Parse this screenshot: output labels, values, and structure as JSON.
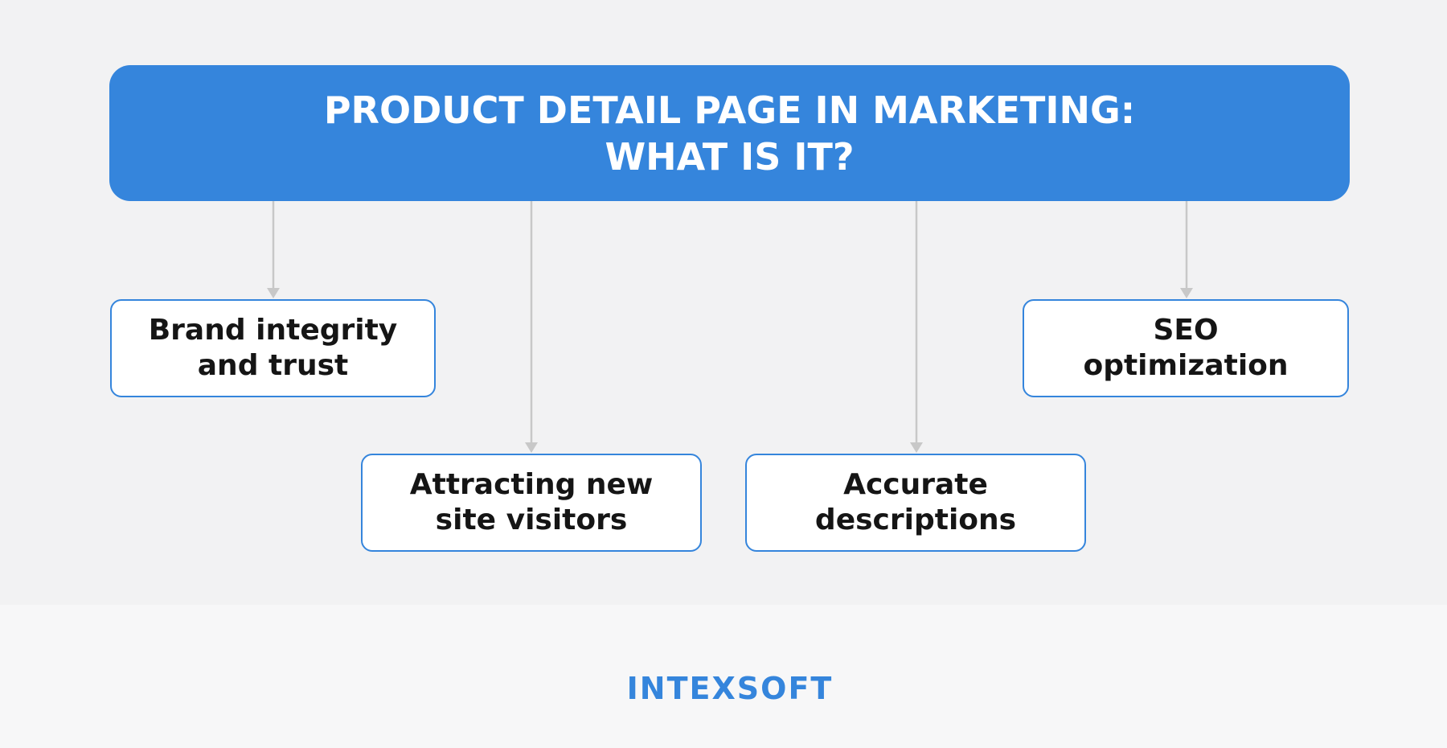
{
  "title": {
    "line1": "PRODUCT DETAIL PAGE IN MARKETING:",
    "line2": "WHAT IS IT?"
  },
  "nodes": [
    {
      "line1": "Brand integrity",
      "line2": "and trust"
    },
    {
      "line1": "Attracting new",
      "line2": "site visitors"
    },
    {
      "line1": "Accurate",
      "line2": "descriptions"
    },
    {
      "line1": "SEO",
      "line2": "optimization"
    }
  ],
  "logo": {
    "text": "INTEXSOFT"
  },
  "colors": {
    "accent": "#3585dc",
    "connector": "#c8c8c8",
    "background": "#f2f2f3",
    "text": "#151515"
  }
}
